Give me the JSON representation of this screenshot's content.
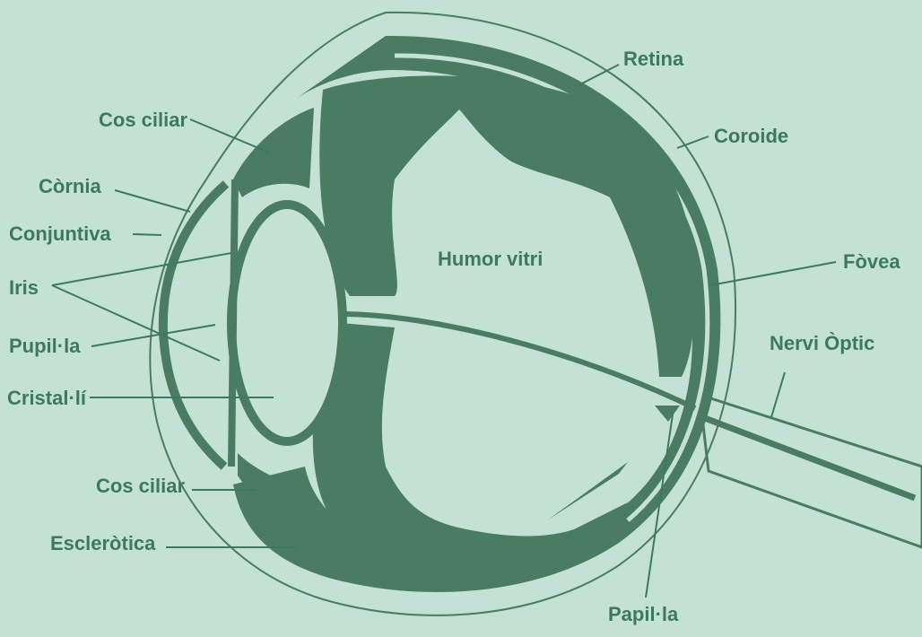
{
  "labels": {
    "retina": "Retina",
    "coroide": "Coroide",
    "cos_ciliar_top": "Cos ciliar",
    "cornia": "Còrnia",
    "conjuntiva": "Conjuntiva",
    "iris": "Iris",
    "pupilla": "Pupil·la",
    "cristalli": "Cristal·lí",
    "cos_ciliar_bottom": "Cos ciliar",
    "esclerotica": "Escleròtica",
    "humor_vitri": "Humor vitri",
    "fovea": "Fòvea",
    "nervi_optic": "Nervi Òptic",
    "papilla": "Papil·la"
  },
  "colors": {
    "background": "#c3e2d3",
    "tissue": "#4a7c63",
    "label": "#3d7860",
    "outline": "#4a7c63"
  }
}
